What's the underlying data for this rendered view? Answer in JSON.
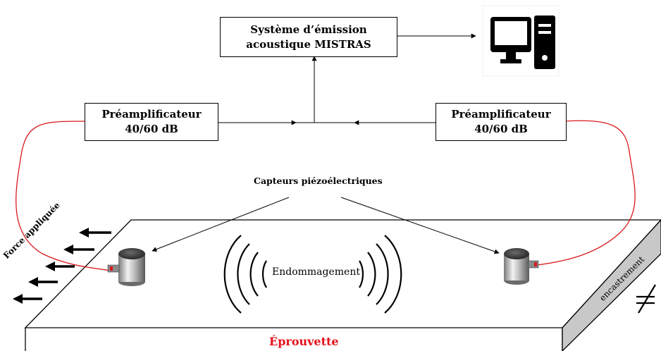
{
  "emission_box": {
    "line1": "Système d’émission",
    "line2": "acoustique MISTRAS"
  },
  "preamp_left": {
    "line1": "Préamplificateur",
    "line2": "40/60 dB"
  },
  "preamp_right": {
    "line1": "Préamplificateur",
    "line2": "40/60 dB"
  },
  "sensors_label": "Capteurs piézoélectriques",
  "damage_label": "Endommagement",
  "force_label": "Force appliquée",
  "clamp_label": "encastrement",
  "specimen_label": "Éprouvette",
  "colors": {
    "cable": "#d9191c",
    "specimen_label": "#e3111a",
    "clamp_face": "#c8c8c8",
    "line": "#000000"
  },
  "icons": {
    "computer": "computer-icon",
    "sensor": "piezo-sensor-icon",
    "force": "arrow-left-icon",
    "clamp": "clamp-symbol-icon"
  }
}
